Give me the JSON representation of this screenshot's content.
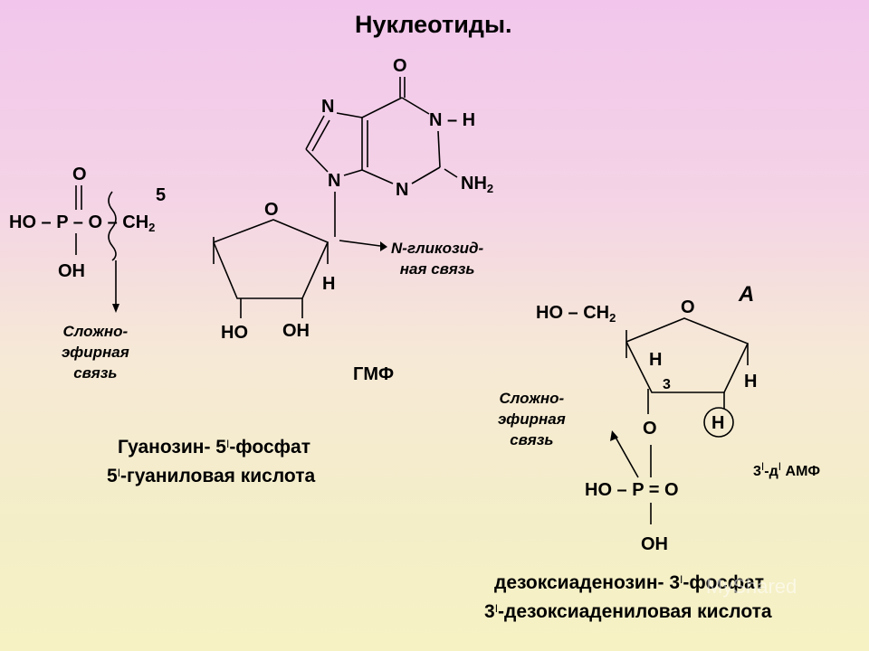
{
  "title": "Нуклеотиды.",
  "gmp": {
    "base_O": "О",
    "base_N1": "N",
    "base_NH": "N – H",
    "base_N3": "N",
    "base_N4": "N",
    "base_NH2": "NH",
    "sub_2": "2",
    "ring_O": "О",
    "phos_O": "O",
    "phos_line": "HO – P – O – CH",
    "phos_OH": "OH",
    "pos_5": "5",
    "H": "H",
    "HO": "HO",
    "OH": "OH",
    "glyco_note_1": "N-гликозид-",
    "glyco_note_2": "ная связь",
    "ester_note_1": "Сложно-",
    "ester_note_2": "эфирная",
    "ester_note_3": "связь",
    "abbr": "ГМФ",
    "name1_a": "Гуанозин- 5",
    "name1_b": "-фосфат",
    "name2_a": "5",
    "name2_b": "-гуаниловая кислота",
    "prime": "I"
  },
  "damp": {
    "A": "А",
    "ring_O": "О",
    "ch2_line": "HO – CH",
    "sub_2": "2",
    "H1": "H",
    "pos_3": "3",
    "H2": "H",
    "H3": "H",
    "O3": "O",
    "phos_line": "HO – P = O",
    "phos_OH": "OH",
    "ester_note_1": "Сложно-",
    "ester_note_2": "эфирная",
    "ester_note_3": "связь",
    "abbr_a": "3",
    "abbr_b": "-д",
    "abbr_c": " АМФ",
    "name1_a": "дезоксиаденозин- 3",
    "name1_b": "-фосфат",
    "name2_a": "3",
    "name2_b": "-дезоксиадениловая кислота",
    "prime": "I"
  },
  "watermark": "MyShared"
}
